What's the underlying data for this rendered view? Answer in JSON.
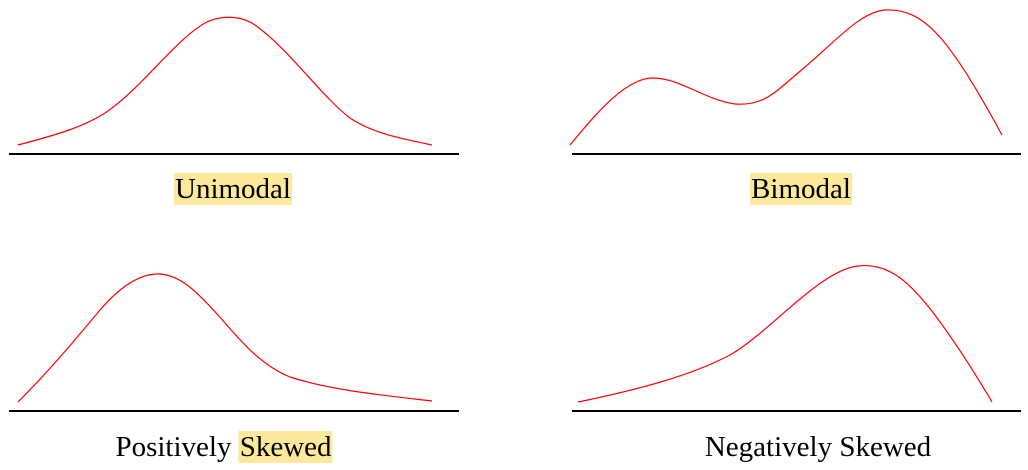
{
  "curve_color": "#ff0000",
  "highlight_color": "#fde99b",
  "panels": [
    {
      "id": "unimodal",
      "caption": {
        "highlighted": "Unimodal"
      }
    },
    {
      "id": "bimodal",
      "caption": {
        "highlighted": "Bimodal"
      }
    },
    {
      "id": "positively-skewed",
      "caption": {
        "plain": "Positively ",
        "highlighted": "Skewed"
      }
    },
    {
      "id": "negatively-skewed",
      "caption": {
        "plain": "Negatively Skewed"
      }
    }
  ]
}
